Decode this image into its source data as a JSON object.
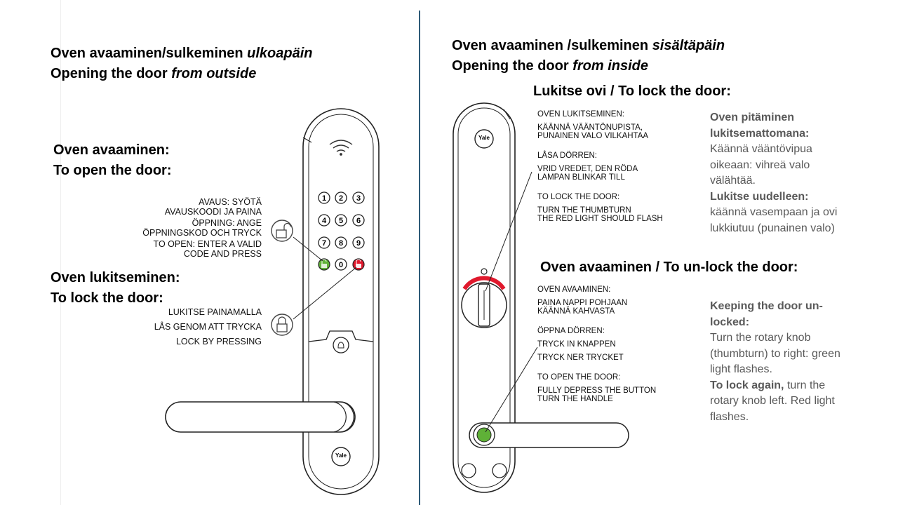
{
  "left": {
    "title_fi_prefix": "Oven avaaminen/sulkeminen ",
    "title_fi_em": "ulkoapäin",
    "title_en_prefix": "Opening the door ",
    "title_en_em": "from outside",
    "open_heading_fi": "Oven avaaminen:",
    "open_heading_en": "To open the door:",
    "open_steps": [
      "AVAUS: SYÖTÄ",
      "AVAUSKOODI JA PAINA",
      "ÖPPNING: ANGE",
      "ÖPPNINGSKOD OCH TRYCK",
      "TO OPEN: ENTER A VALID",
      "CODE AND PRESS"
    ],
    "lock_heading_fi": "Oven lukitseminen:",
    "lock_heading_en": "To lock the door:",
    "lock_steps": [
      "LUKITSE PAINAMALLA",
      "LÅS GENOM ATT TRYCKA",
      "LOCK BY PRESSING"
    ],
    "keypad": [
      "1",
      "2",
      "3",
      "4",
      "5",
      "6",
      "7",
      "8",
      "9",
      "0"
    ],
    "brand": "Yale"
  },
  "right": {
    "title_fi_prefix": "Oven avaaminen /sulkeminen ",
    "title_fi_em": "sisältäpäin",
    "title_en_prefix": "Opening the door ",
    "title_en_em": "from inside",
    "lock_heading": "Lukitse ovi / To lock the door:",
    "lock_steps": [
      "OVEN LUKITSEMINEN:",
      "KÄÄNNÄ VÄÄNTÖNUPISTA,",
      "PUNAINEN VALO VILKAHTAA",
      "LÅSA DÖRREN:",
      "VRID VREDET, DEN RÖDA",
      "LAMPAN BLINKAR TILL",
      "TO LOCK THE DOOR:",
      "TURN THE THUMBTURN",
      "THE RED LIGHT SHOULD FLASH"
    ],
    "unlock_heading": "Oven avaaminen / To un-lock the door:",
    "unlock_steps": [
      "OVEN AVAAMINEN:",
      "PAINA NAPPI POHJAAN",
      "KÄÄNNÄ KAHVASTA",
      "ÖPPNA DÖRREN:",
      "TRYCK IN KNAPPEN",
      "TRYCK NER TRYCKET",
      "TO OPEN THE DOOR:",
      "FULLY DEPRESS THE BUTTON",
      "TURN THE HANDLE"
    ],
    "fi_note": {
      "b1": "Oven pitäminen lukitsemattomana:",
      "t1": "Käännä vääntövipua oikeaan: vihreä valo välähtää.",
      "b2": "Lukitse uudelleen:",
      "t2": "käännä vasempaan ja ovi lukkiutuu (punainen valo)"
    },
    "en_note": {
      "b1": "Keeping the door un-locked:",
      "t1": "Turn the rotary knob (thumbturn) to right: green light flashes.",
      "b2": "To lock again,",
      "t2": " turn the rotary knob left. Red light flashes."
    },
    "brand": "Yale"
  },
  "colors": {
    "divider": "#2e5a78",
    "green": "#5fb137",
    "red": "#e0192d",
    "note_gray": "#595959"
  }
}
